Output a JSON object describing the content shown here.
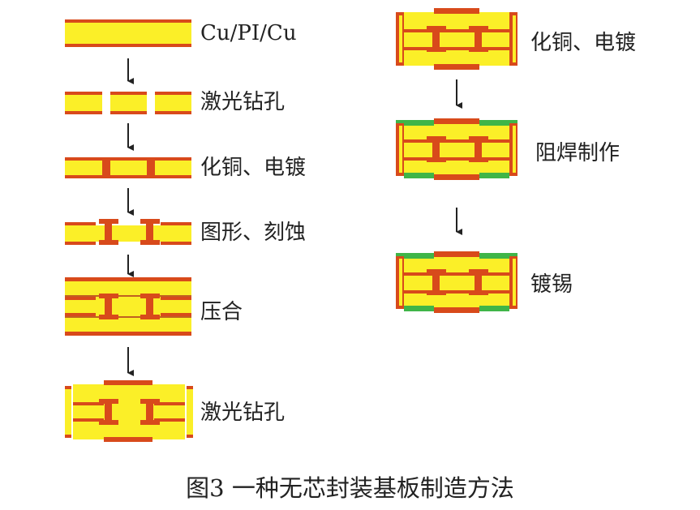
{
  "steps_left": [
    {
      "label": "Cu/PI/Cu"
    },
    {
      "label": "激光钻孔"
    },
    {
      "label": "化铜、电镀"
    },
    {
      "label": "图形、刻蚀"
    },
    {
      "label": "压合"
    },
    {
      "label": "激光钻孔"
    }
  ],
  "steps_right": [
    {
      "label": "化铜、电镀"
    },
    {
      "label": "阻焊制作"
    },
    {
      "label": "镀锡"
    }
  ],
  "caption": "图3 一种无芯封装基板制造方法",
  "colors": {
    "copper": "#d84a1b",
    "core": "#fbef28",
    "solder_mask": "#3fb548",
    "arrow": "#222222"
  }
}
